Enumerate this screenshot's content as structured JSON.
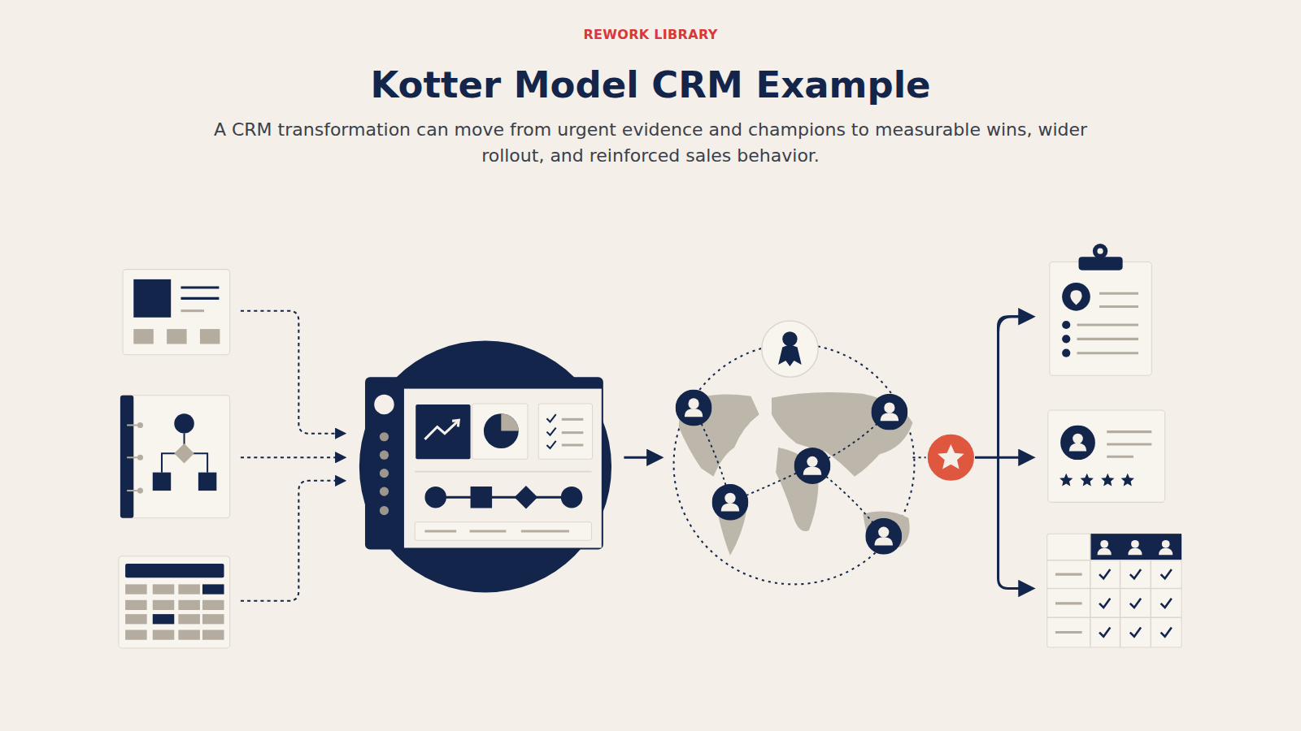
{
  "diagram": {
    "title": "Kotter Model CRM Example",
    "caption": "A CRM transformation can move from urgent evidence and champions to measurable wins, wider rollout, and reinforced sales behavior.",
    "labels": [
      "REWORK LIBRARY"
    ]
  }
}
